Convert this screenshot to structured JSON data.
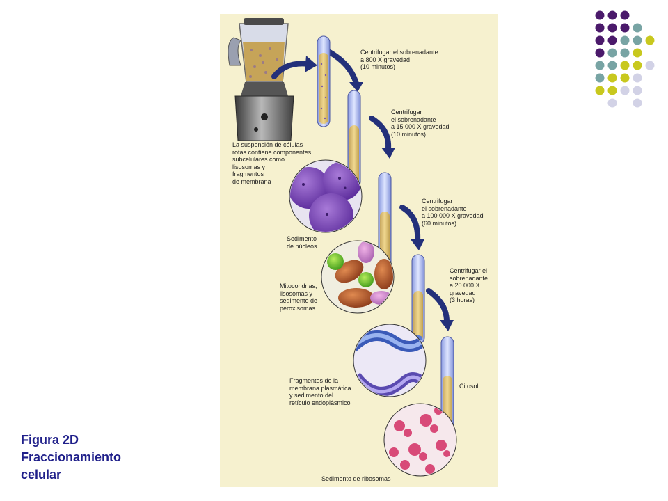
{
  "labels": {
    "step1": "Centrifugar el sobrenadante\na 800 X gravedad\n(10 minutos)",
    "step2": "Centrifugar\nel sobrenadante\na 15 000 X gravedad\n(10 minutos)",
    "step3": "Centrifugar\nel sobrenadante\na 100 000 X gravedad\n(60 minutos)",
    "step4": "Centrifugar el\nsobrenadante\na 20 000 X\ngravedad\n(3 horas)",
    "suspension": "La suspensión de células\nrotas contiene componentes\nsubcelulares como\nlisosomas y\nfragmentos\nde membrana",
    "nuclei": "Sedimento\nde núcleos",
    "mito": "Mitocondrias,\nlisosomas y\nsedimento de\nperoxisomas",
    "membrane": "Fragmentos de la\nmembrana plasmática\ny sedimento del\nretículo endoplásmico",
    "cytosol": "Citosol",
    "ribosomes": "Sedimento de ribosomas"
  },
  "caption": {
    "line1": "Figura 2D",
    "line2": "Fraccionamiento",
    "line3": "celular"
  },
  "colors": {
    "title": "#1f1f8a",
    "panel": "#f6f1cf",
    "arrow": "#23307a",
    "deco_purple": "#4b1a6b",
    "deco_teal": "#78a4a4",
    "deco_yellow": "#c8c81e",
    "deco_lavender": "#d2d2e6"
  },
  "decor_grid": [
    [
      "purple",
      "purple",
      "purple",
      "",
      "",
      ""
    ],
    [
      "purple",
      "purple",
      "purple",
      "teal",
      "",
      ""
    ],
    [
      "purple",
      "purple",
      "teal",
      "teal",
      "yellow",
      ""
    ],
    [
      "purple",
      "teal",
      "teal",
      "yellow",
      "",
      ""
    ],
    [
      "teal",
      "teal",
      "yellow",
      "yellow",
      "lavender",
      ""
    ],
    [
      "teal",
      "yellow",
      "yellow",
      "lavender",
      "",
      ""
    ],
    [
      "yellow",
      "yellow",
      "lavender",
      "lavender",
      "",
      ""
    ],
    [
      "",
      "lavender",
      "",
      "lavender",
      "",
      ""
    ]
  ]
}
